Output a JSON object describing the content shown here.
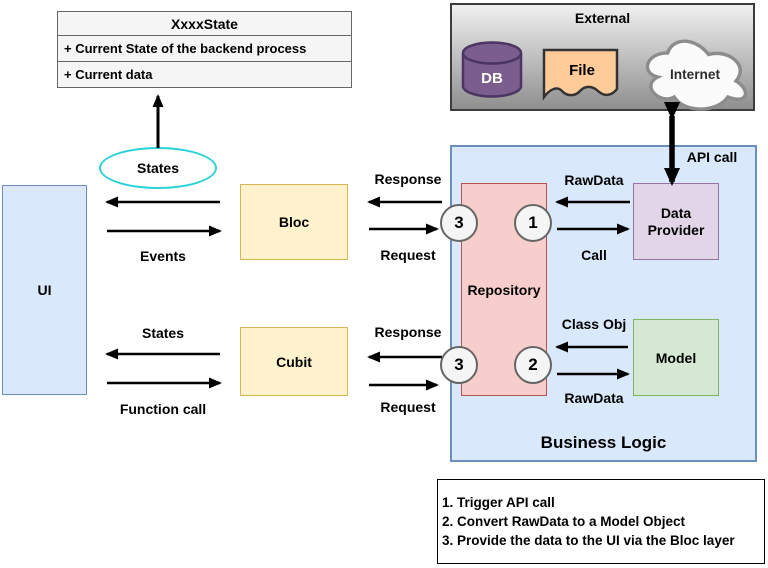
{
  "stateBox": {
    "title": "XxxxState",
    "fields": [
      "+ Current State of the backend process",
      "+ Current data"
    ]
  },
  "statesEllipse": {
    "label": "States"
  },
  "nodes": {
    "ui": "UI",
    "bloc": "Bloc",
    "cubit": "Cubit",
    "repository": "Repository",
    "dataProvider": "Data Provider",
    "model": "Model"
  },
  "external": {
    "title": "External",
    "db": "DB",
    "file": "File",
    "internet": "Internet"
  },
  "businessLogic": {
    "title": "Business Logic"
  },
  "badges": {
    "one": "1",
    "two": "2",
    "threeTop": "3",
    "threeBottom": "3"
  },
  "labels": {
    "events": "Events",
    "statesCubit": "States",
    "functionCall": "Function call",
    "responseTop": "Response",
    "requestTop": "Request",
    "responseBottom": "Response",
    "requestBottom": "Request",
    "rawDataTop": "RawData",
    "call": "Call",
    "classObj": "Class Obj",
    "rawDataBottom": "RawData",
    "apiCall": "API call"
  },
  "legend": {
    "items": [
      "1. Trigger API call",
      "2. Convert RawData to a Model Object",
      "3. Provide the data to the UI via the Bloc layer"
    ]
  },
  "colors": {
    "uiFill": "#dae8fc",
    "uiBorder": "#6c8ebf",
    "blocFill": "#fff2cc",
    "blocBorder": "#d6b656",
    "repositoryFill": "#f8cecc",
    "repositoryBorder": "#b85450",
    "dataProviderFill": "#e1d5e7",
    "dataProviderBorder": "#9673a6",
    "modelFill": "#d5e8d4",
    "modelBorder": "#82b366",
    "stateBoxFill": "#f5f5f5",
    "stateBoxBorder": "#666666",
    "ellipseBorder": "#2ad2d9",
    "dbFill": "#7b5e8e",
    "fileFill": "#ffcc99",
    "arrow": "#000000"
  }
}
